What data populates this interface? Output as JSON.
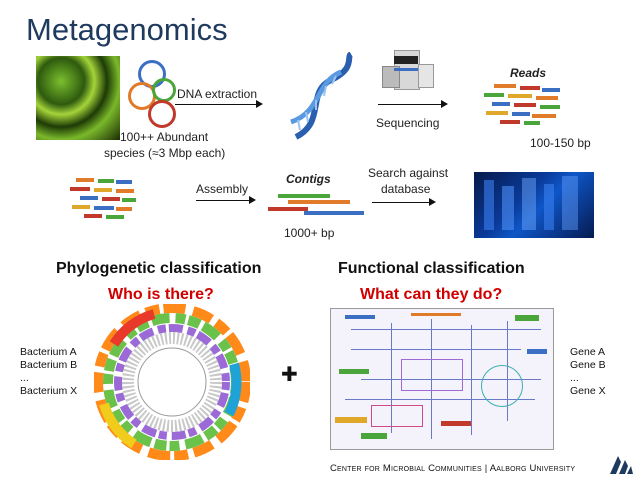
{
  "title": "Metagenomics",
  "labels": {
    "dna_extraction": "DNA extraction",
    "abundant_line1": "100++ Abundant",
    "abundant_line2": "species (≈3 Mbp each)",
    "sequencing": "Sequencing",
    "reads": "Reads",
    "read_length": "100-150 bp",
    "assembly": "Assembly",
    "contigs": "Contigs",
    "contig_length": "1000+ bp",
    "search_line1": "Search against",
    "search_line2": "database"
  },
  "phylogenetic": {
    "heading": "Phylogenetic classification",
    "question": "Who is there?",
    "items": [
      "Bacterium A",
      "Bacterium B",
      "...",
      "Bacterium X"
    ]
  },
  "functional": {
    "heading": "Functional classification",
    "question": "What can they do?",
    "items": [
      "Gene A",
      "Gene B",
      "...",
      "Gene X"
    ]
  },
  "plus_symbol": "✚",
  "footer": {
    "left": "Center for Microbial Communities",
    "separator": "|",
    "right": "Aalborg University"
  },
  "colors": {
    "title": "#1f3a5f",
    "question": "#d00000",
    "circle_blue": "#3a6fc4",
    "circle_orange": "#e07b2a",
    "circle_red": "#c0392b",
    "circle_green": "#4aa53a"
  },
  "icons": [
    "microscopy-image",
    "cell-circles-icon",
    "dna-helix-icon",
    "sequencer-icon",
    "database-server-icon",
    "phylogenetic-tree-icon",
    "metabolic-map-icon",
    "plus-icon",
    "aau-logo-icon"
  ]
}
